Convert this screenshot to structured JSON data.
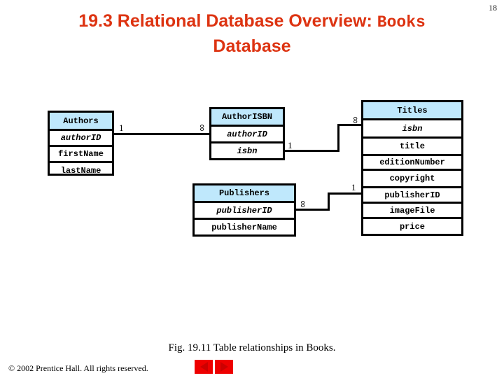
{
  "slide": {
    "page_number": "18",
    "title_part1": "19.3  Relational Database Overview: ",
    "title_mono": "Books",
    "title_part2": "Database",
    "title_color": "#dd3311"
  },
  "diagram": {
    "header_color": "#bfe8fc",
    "border_color": "#000000",
    "tables": [
      {
        "id": "authors",
        "name": "Authors",
        "fields": [
          {
            "label": "authorID",
            "key": true
          },
          {
            "label": "firstName",
            "key": false
          },
          {
            "label": "lastName",
            "key": false
          }
        ]
      },
      {
        "id": "authorisbn",
        "name": "AuthorISBN",
        "fields": [
          {
            "label": "authorID",
            "key": true
          },
          {
            "label": "isbn",
            "key": true
          }
        ]
      },
      {
        "id": "titles",
        "name": "Titles",
        "fields": [
          {
            "label": "isbn",
            "key": true
          },
          {
            "label": "title",
            "key": false
          },
          {
            "label": "editionNumber",
            "key": false
          },
          {
            "label": "copyright",
            "key": false
          },
          {
            "label": "publisherID",
            "key": false
          },
          {
            "label": "imageFile",
            "key": false
          },
          {
            "label": "price",
            "key": false
          }
        ]
      },
      {
        "id": "publishers",
        "name": "Publishers",
        "fields": [
          {
            "label": "publisherID",
            "key": true
          },
          {
            "label": "publisherName",
            "key": false
          }
        ]
      }
    ],
    "relationships": [
      {
        "id": "authors-authorisbn",
        "from": "Authors.authorID",
        "to": "AuthorISBN.authorID",
        "from_card": "1",
        "to_card": "∞"
      },
      {
        "id": "authorisbn-titles",
        "from": "AuthorISBN.isbn",
        "to": "Titles.isbn",
        "from_card": "1",
        "to_card": "∞"
      },
      {
        "id": "publishers-titles",
        "from": "Publishers.publisherID",
        "to": "Titles.publisherID",
        "from_card": "∞",
        "to_card": "1"
      }
    ]
  },
  "caption": "Fig. 19.11 Table relationships in Books.",
  "footer": {
    "copyright": "© 2002 Prentice Hall.  All rights reserved.",
    "prev_label": "◀",
    "next_label": "▶",
    "button_color": "#ee0000"
  }
}
